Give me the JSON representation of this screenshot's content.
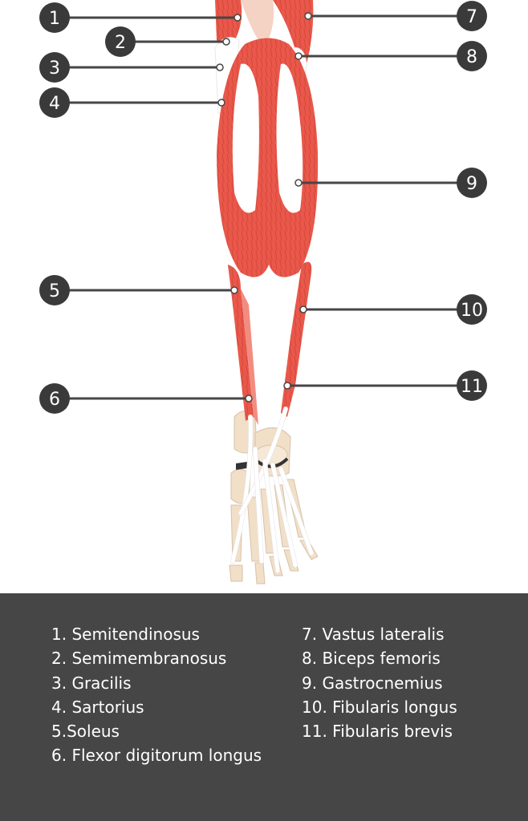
{
  "colors": {
    "muscle": "#e9584a",
    "muscle_light": "#f28c80",
    "muscle_stripe": "#c8392e",
    "tendon": "#ffffff",
    "bone": "#f1dfc8",
    "line": "#464646",
    "badge": "#3a3a3a",
    "panel": "#464646",
    "legend_text": "#ffffff"
  },
  "markers": [
    {
      "label": "1",
      "name": "Semitendinosus"
    },
    {
      "label": "2",
      "name": "Semimembranosus"
    },
    {
      "label": "3",
      "name": "Gracilis"
    },
    {
      "label": "4",
      "name": "Sartorius"
    },
    {
      "label": "5",
      "name": "Soleus"
    },
    {
      "label": "6",
      "name": "Flexor digitorum longus"
    },
    {
      "label": "7",
      "name": "Vastus lateralis"
    },
    {
      "label": "8",
      "name": "Biceps femoris"
    },
    {
      "label": "9",
      "name": "Gastrocnemius"
    },
    {
      "label": "10",
      "name": "Fibularis longus"
    },
    {
      "label": "11",
      "name": "Fibularis brevis"
    }
  ],
  "legend": {
    "left": [
      "1. Semitendinosus",
      "2. Semimembranosus",
      "3. Gracilis",
      "4. Sartorius",
      "5.Soleus",
      "6. Flexor digitorum longus"
    ],
    "right": [
      "7. Vastus lateralis",
      "8. Biceps femoris",
      "9. Gastrocnemius",
      "10. Fibularis longus",
      "11. Fibularis brevis"
    ]
  }
}
